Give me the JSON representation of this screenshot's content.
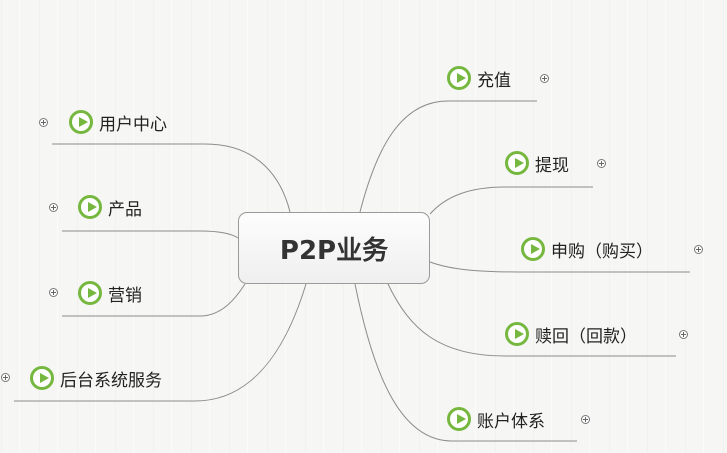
{
  "central": {
    "label": "P2P业务"
  },
  "left_branches": [
    {
      "label": "用户中心",
      "collapsed": true
    },
    {
      "label": "产品",
      "collapsed": true
    },
    {
      "label": "营销",
      "collapsed": true
    },
    {
      "label": "后台系统服务",
      "collapsed": true
    }
  ],
  "right_branches": [
    {
      "label": "充值",
      "collapsed": true
    },
    {
      "label": "提现",
      "collapsed": true
    },
    {
      "label": "申购（购买）",
      "collapsed": true
    },
    {
      "label": "赎回（回款）",
      "collapsed": true
    },
    {
      "label": "账户体系",
      "collapsed": true
    }
  ],
  "colors": {
    "icon": "#76b83f",
    "connector": "#8c8c8c",
    "text": "#222222"
  }
}
